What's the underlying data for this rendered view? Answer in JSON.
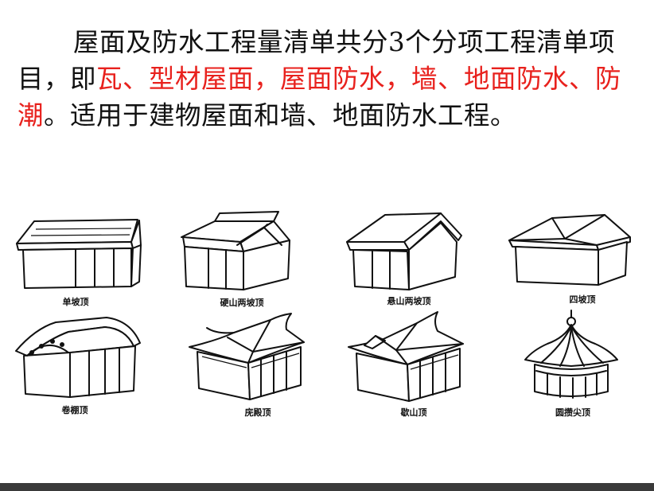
{
  "paragraph": {
    "lead": "屋面及防水工程量清单共分3个分项工程清单项目，即",
    "highlight_1": "瓦、型材屋面，屋面防水，墙、地面防水、防潮",
    "tail": "。适用于建物屋面和墙、地面防水工程。"
  },
  "colors": {
    "text": "#111111",
    "highlight": "#e8211d",
    "bottom_bar": "#3a3a3a"
  },
  "roof_types": [
    {
      "caption": "单坡顶"
    },
    {
      "caption": "硬山两坡顶"
    },
    {
      "caption": "悬山两坡顶"
    },
    {
      "caption": "四坡顶"
    },
    {
      "caption": "卷棚顶"
    },
    {
      "caption": "庑殿顶"
    },
    {
      "caption": "歇山顶"
    },
    {
      "caption": "圆攒尖顶"
    }
  ]
}
